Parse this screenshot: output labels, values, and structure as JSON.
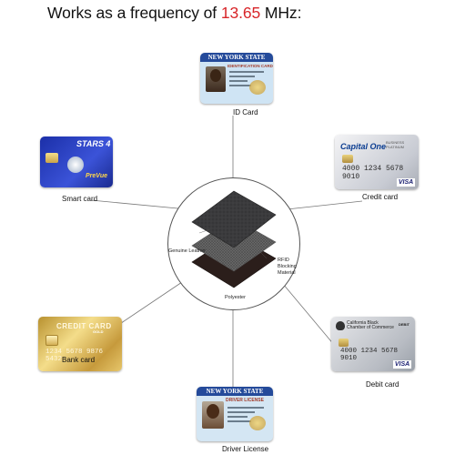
{
  "headline": {
    "prefix": "Works as a frequency of ",
    "frequency": "13.65",
    "suffix": " MHz:"
  },
  "colors": {
    "frequency": "#d8262a",
    "lines": "#666666"
  },
  "center": {
    "layers": {
      "leather": "Genuine Leather",
      "rfid_line1": "RFID",
      "rfid_line2": "Blocking",
      "rfid_line3": "Material",
      "polyester": "Polyester"
    }
  },
  "cards": {
    "id_card": {
      "label": "ID Card",
      "state": "NEW YORK STATE",
      "subtitle": "IDENTIFICATION CARD"
    },
    "smart_card": {
      "label": "Smart card",
      "brand": "STARS 4",
      "logo": "PreVue"
    },
    "credit_card": {
      "label": "Credit card",
      "brand": "Capital One",
      "brand_sub": "BUSINESS PLATINUM",
      "number": "4000 1234 5678 9010",
      "network": "VISA"
    },
    "bank_card": {
      "label": "Bank card",
      "title": "CREDIT CARD",
      "tier": "GOLD",
      "number": "1234 5678 9876 5432"
    },
    "debit_card": {
      "label": "Debit card",
      "brand_line1": "California Black",
      "brand_line2": "Chamber of Commerce",
      "type": "DEBIT",
      "number": "4000 1234 5678 9010",
      "network": "VISA"
    },
    "driver_license": {
      "label": "Driver License",
      "state": "NEW YORK STATE",
      "subtitle": "DRIVER LICENSE"
    }
  }
}
